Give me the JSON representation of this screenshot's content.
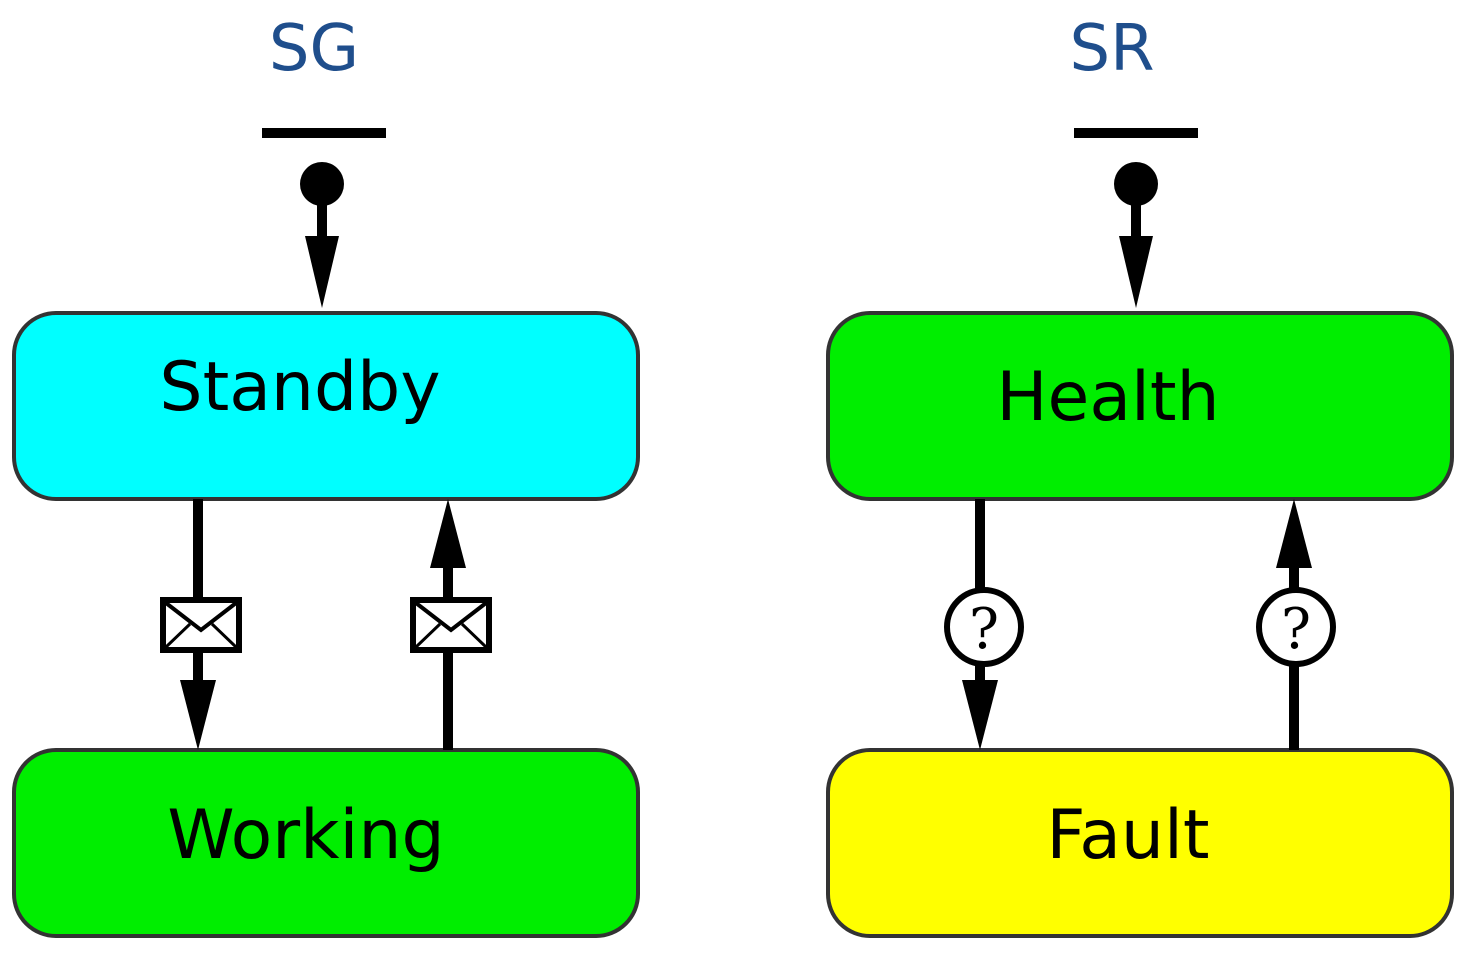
{
  "colors": {
    "standby": "#00ffff",
    "working": "#00ee00",
    "health": "#00ee00",
    "fault": "#ffff00",
    "title": "#1f4e8c",
    "stroke": "#000000"
  },
  "machines": [
    {
      "title": "SG",
      "initial_state": "Standby",
      "states": [
        "Standby",
        "Working"
      ],
      "transition_trigger_icon": "envelope-icon"
    },
    {
      "title": "SR",
      "initial_state": "Health",
      "states": [
        "Health",
        "Fault"
      ],
      "transition_trigger_icon": "question-circle-icon"
    }
  ]
}
